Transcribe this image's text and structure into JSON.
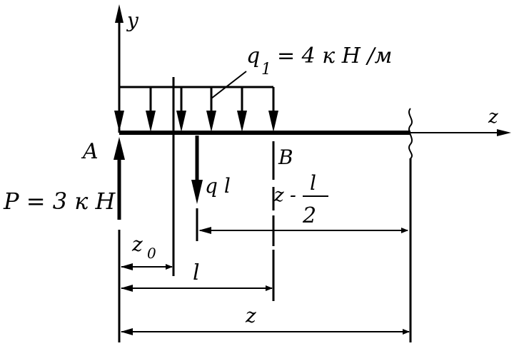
{
  "labels": {
    "y_axis": "y",
    "z_axis": "z",
    "point_a": "A",
    "point_b": "B",
    "q1_symbol": "q",
    "q1_sub": "1",
    "q1_value": "= 4 к Н /м",
    "force_p": "P = 3 к Н",
    "ql": "q l",
    "z_minus": "z -",
    "frac_num": "l",
    "frac_den": "2",
    "z0": "z",
    "z0_sub": "0",
    "dim_l": "l",
    "dim_z": "z"
  },
  "colors": {
    "ink": "#000000",
    "paper": "#ffffff"
  }
}
